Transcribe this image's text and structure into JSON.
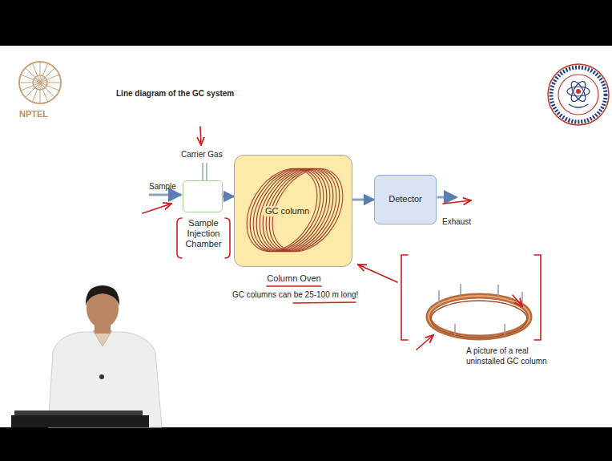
{
  "diagram": {
    "title": "Line diagram of the GC system",
    "nodes": [
      {
        "text": [
          "Sample Injection Chamber"
        ]
      },
      {
        "text": [
          "GC column",
          "Column Oven"
        ]
      },
      {
        "text": [
          "Detector"
        ]
      }
    ],
    "edges": [
      {
        "from": 0,
        "to": 1,
        "arrow": "to"
      },
      {
        "from": 1,
        "to": 2,
        "arrow": "to"
      }
    ],
    "labels": [
      "NPTEL",
      "Carrier Gas",
      "Sample",
      "GC columns can be 25-100 m long!",
      "Exhaust",
      "A picture of a real uninstalled GC column"
    ]
  }
}
